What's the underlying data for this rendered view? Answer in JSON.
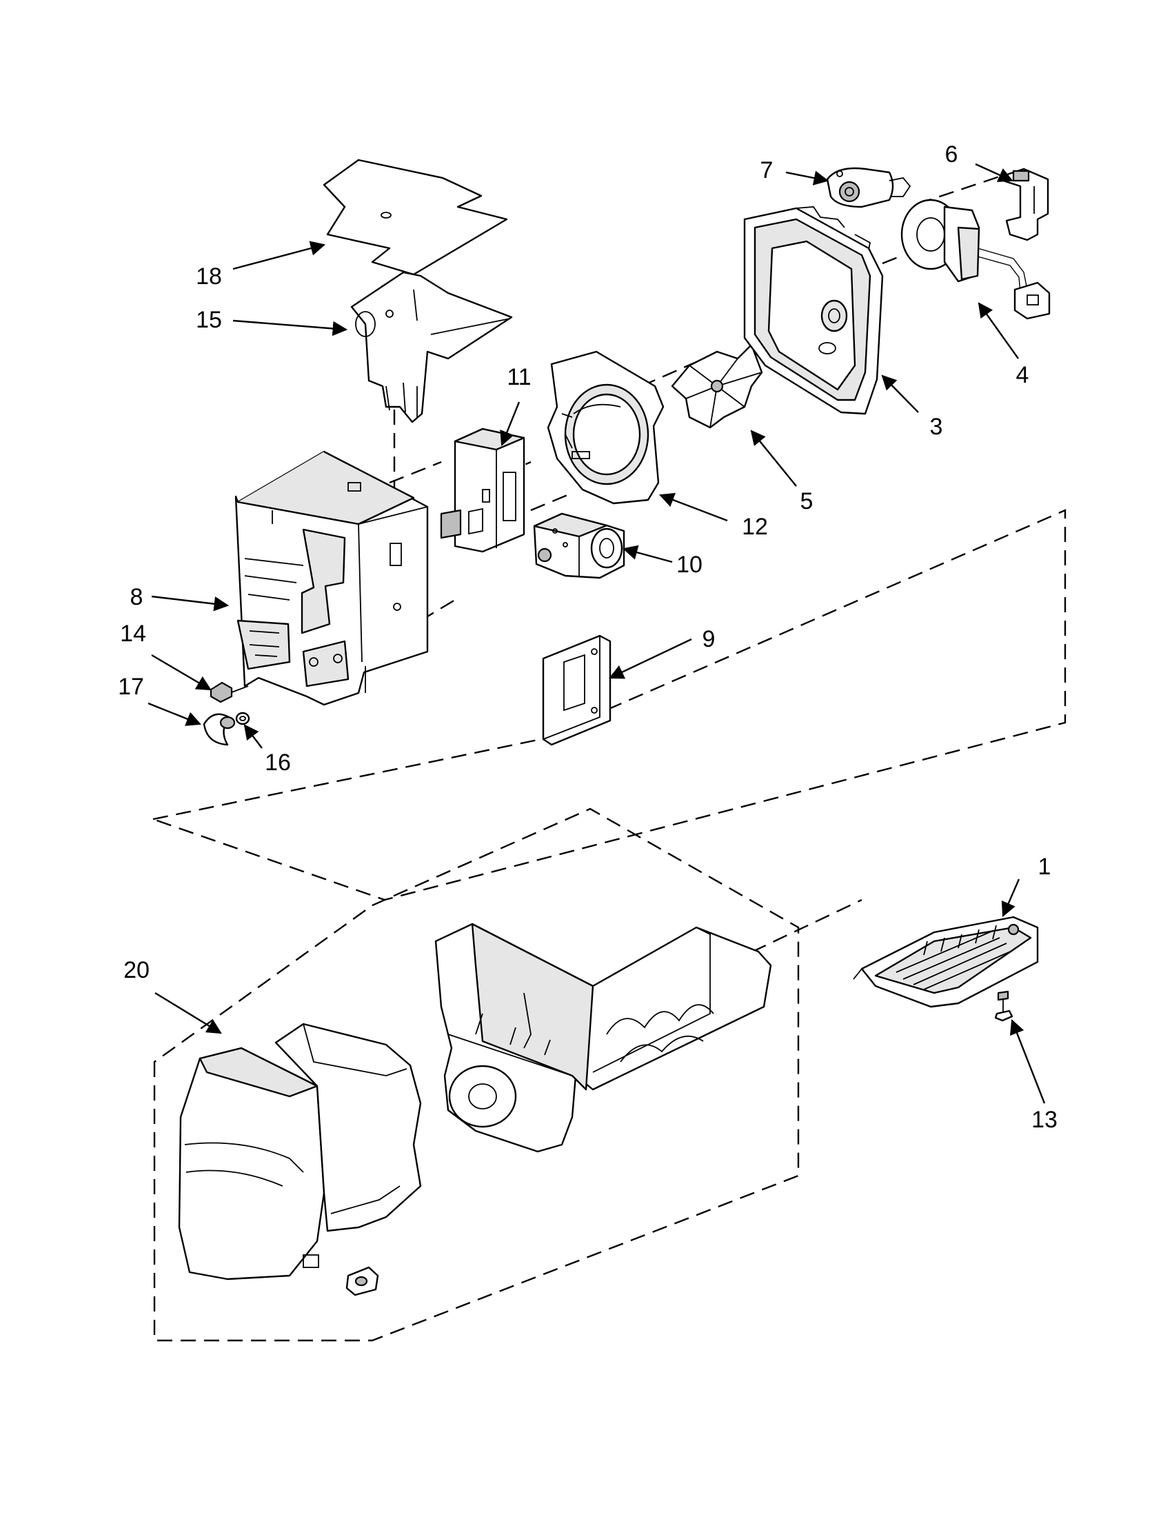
{
  "callouts": {
    "c1": "1",
    "c3": "3",
    "c4": "4",
    "c5": "5",
    "c6": "6",
    "c7": "7",
    "c8": "8",
    "c9": "9",
    "c10": "10",
    "c11": "11",
    "c12": "12",
    "c13": "13",
    "c14": "14",
    "c15": "15",
    "c16": "16",
    "c17": "17",
    "c18": "18",
    "c20": "20"
  }
}
